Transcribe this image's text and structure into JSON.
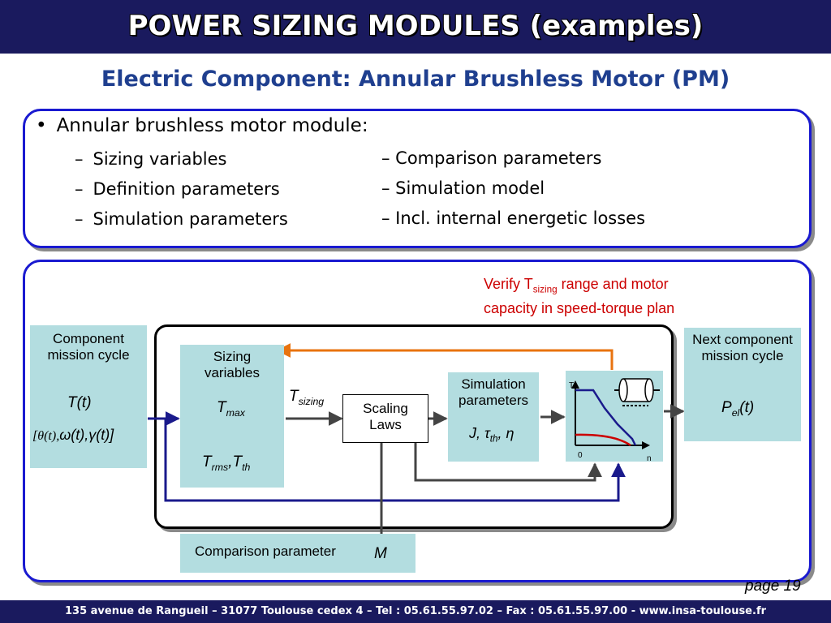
{
  "header": {
    "title": "POWER SIZING MODULES (examples)",
    "subtitle": "Electric Component: Annular Brushless Motor (PM)"
  },
  "intro": {
    "bullet": "•",
    "main": "Annular brushless motor module:",
    "dash": "–",
    "left_items": [
      "Sizing variables",
      "Definition parameters",
      "Simulation parameters"
    ],
    "right_items": [
      "– Comparison parameters",
      "– Simulation model",
      "– Incl. internal energetic losses"
    ]
  },
  "diagram": {
    "verify_note": {
      "prefix": "Verify T",
      "sub": "sizing",
      "suffix": " range and motor",
      "line2": "capacity in speed-torque plan"
    },
    "mission_cycle": {
      "title_line1": "Component",
      "title_line2": "mission cycle",
      "torque": "T(t)",
      "theta": "[θ(t),",
      "omega": "ω(t),γ(t)]"
    },
    "sizing_vars": {
      "title_line1": "Sizing",
      "title_line2": "variables",
      "tmax_base": "T",
      "tmax_sub": "max",
      "trms_base": "T",
      "trms_sub": "rms",
      "comma": ",",
      "tth_base": "T",
      "tth_sub": "th"
    },
    "tsizing": {
      "base": "T",
      "sub": "sizing"
    },
    "scaling_laws": {
      "line1": "Scaling",
      "line2": "Laws"
    },
    "sim_params": {
      "title_line1": "Simulation",
      "title_line2": "parameters",
      "j": "J, τ",
      "th": "th",
      "eta": ", η"
    },
    "plot": {
      "t_axis": "T",
      "zero": "0",
      "n_axis": "n"
    },
    "next_cycle": {
      "title_line1": "Next component",
      "title_line2": "mission cycle",
      "pel_base": "P",
      "pel_sub": "el",
      "pel_suffix": "(t)"
    },
    "comparison": {
      "label": "Comparison parameter",
      "symbol": "M"
    }
  },
  "colors": {
    "navy": "#1a1a5e",
    "title_blue": "#1f3f8f",
    "panel_border": "#1a1ad0",
    "teal_box": "#b3dde0",
    "dark_blue_arrow": "#1a1a8c",
    "orange_arrow": "#e8730f",
    "red_text": "#cc0000"
  },
  "page": {
    "number": "page 19"
  },
  "footer": {
    "text": "135 avenue de Rangueil – 31077 Toulouse cedex 4 – Tel : 05.61.55.97.02 – Fax : 05.61.55.97.00 - www.insa-toulouse.fr"
  }
}
